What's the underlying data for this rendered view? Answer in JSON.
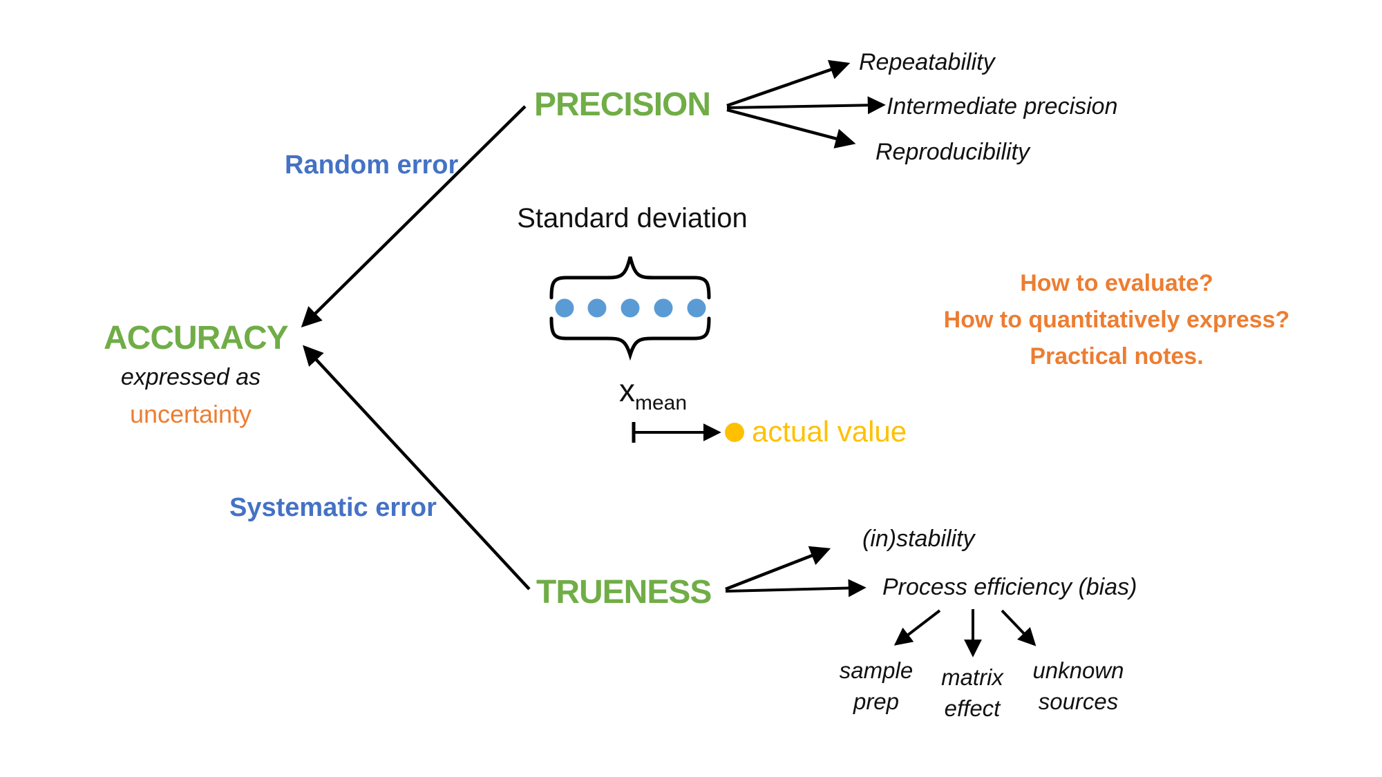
{
  "colors": {
    "green": "#70AD47",
    "blue": "#4472C4",
    "orange": "#ED7D31",
    "gold": "#FFC000",
    "dot_blue": "#5B9BD5",
    "line_black": "#000000"
  },
  "nodes": {
    "accuracy": {
      "label": "ACCURACY",
      "expressed_as": "expressed as",
      "uncertainty": "uncertainty"
    },
    "precision": {
      "label": "PRECISION",
      "children": [
        "Repeatability",
        "Intermediate precision",
        "Reproducibility"
      ]
    },
    "trueness": {
      "label": "TRUENESS",
      "children": [
        "(in)stability",
        "Process efficiency (bias)"
      ],
      "process_children": [
        {
          "line1": "sample",
          "line2": "prep"
        },
        {
          "line1": "matrix",
          "line2": "effect"
        },
        {
          "line1": "unknown",
          "line2": "sources"
        }
      ]
    },
    "random_error": "Random error",
    "systematic_error": "Systematic error"
  },
  "center_figure": {
    "title": "Standard deviation",
    "mean_base": "x",
    "mean_sub": "mean",
    "actual_value_label": "actual value",
    "dot_count": 5
  },
  "notes": {
    "line1": "How to evaluate?",
    "line2": "How to quantitatively express?",
    "line3": "Practical notes."
  }
}
